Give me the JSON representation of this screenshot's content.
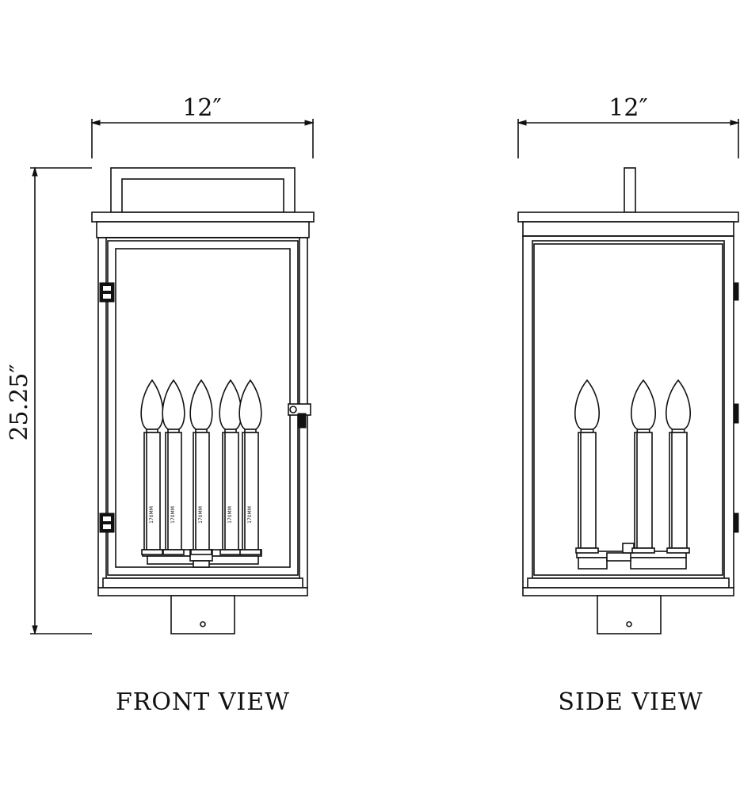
{
  "dimensions": {
    "front_width": "12″",
    "side_width": "12″",
    "height": "25.25″"
  },
  "views": {
    "front": "FRONT VIEW",
    "side": "SIDE VIEW"
  },
  "candle_marking": "170MM",
  "colors": {
    "line": "#111111",
    "background": "#ffffff"
  }
}
